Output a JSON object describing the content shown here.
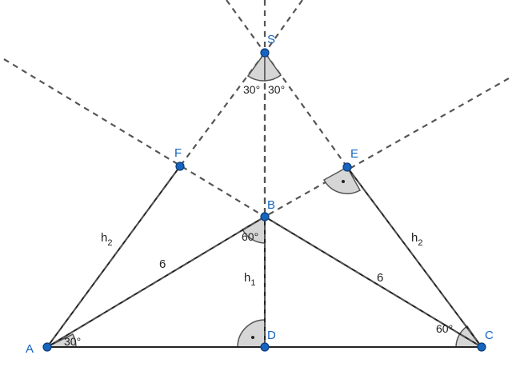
{
  "points": {
    "A": {
      "label": "A"
    },
    "B": {
      "label": "B"
    },
    "C": {
      "label": "C"
    },
    "D": {
      "label": "D"
    },
    "E": {
      "label": "E"
    },
    "F": {
      "label": "F"
    },
    "S": {
      "label": "S"
    }
  },
  "segments": {
    "AB": "6",
    "BC": "6",
    "BD": "h",
    "BD_sub": "1",
    "AF": "h",
    "AF_sub": "2",
    "CE": "h",
    "CE_sub": "2"
  },
  "angles": {
    "A": "30°",
    "C": "60°",
    "B": "60°",
    "S_left": "30°",
    "S_right": "30°",
    "D_right_angle_marker": "·",
    "E_right_angle_marker": "·"
  },
  "colors": {
    "point": "#1565c0",
    "line": "#222222",
    "dashed": "#555555",
    "angle_fill": "#d6d6d6"
  }
}
